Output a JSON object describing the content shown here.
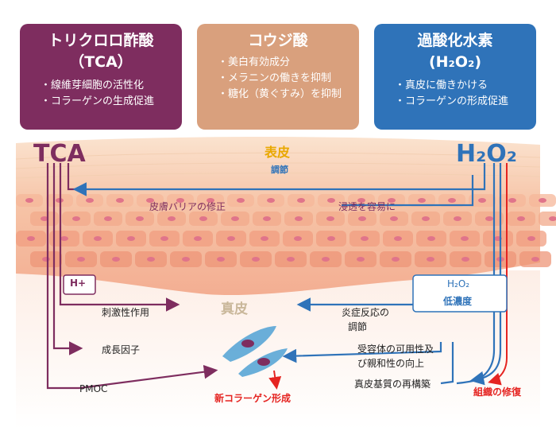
{
  "cards": {
    "tca": {
      "title1": "トリクロロ酢酸",
      "title2": "（TCA）",
      "items": [
        "線維芽細胞の活性化",
        "コラーゲンの生成促進"
      ]
    },
    "kojic": {
      "title1": "コウジ酸",
      "items": [
        "美白有効成分",
        "メラニンの働きを抑制",
        "糖化（黄ぐすみ）を抑制"
      ]
    },
    "h2o2": {
      "title1": "過酸化水素",
      "title2": "(H₂O₂)",
      "items": [
        "真皮に働きかける",
        "コラーゲンの形成促進"
      ]
    }
  },
  "diagram": {
    "tca_label": "TCA",
    "h2o2_label": "H₂O₂",
    "epidermis": "表皮",
    "regulation": "調節",
    "barrier": "皮膚バリアの修正",
    "penetration": "浸透を容易に",
    "hplus": "H+",
    "h2o2_box_top": "H₂O₂",
    "h2o2_box_bottom": "低濃度",
    "dermis": "真皮",
    "stimulation": "刺激性作用",
    "growth": "成長因子",
    "pmoc": "PMOC",
    "inflam1": "炎症反応の",
    "inflam2": "調節",
    "receptor1": "受容体の可用性及",
    "receptor2": "び親和性の向上",
    "matrix": "真皮基質の再構築",
    "new_collagen": "新コラーゲン形成",
    "repair": "組織の修復"
  },
  "colors": {
    "tca": "#7e2d5f",
    "kojic": "#d9a07d",
    "h2o2": "#2f73b9",
    "red": "#e52421",
    "epidermis_text": "#e9a800"
  }
}
